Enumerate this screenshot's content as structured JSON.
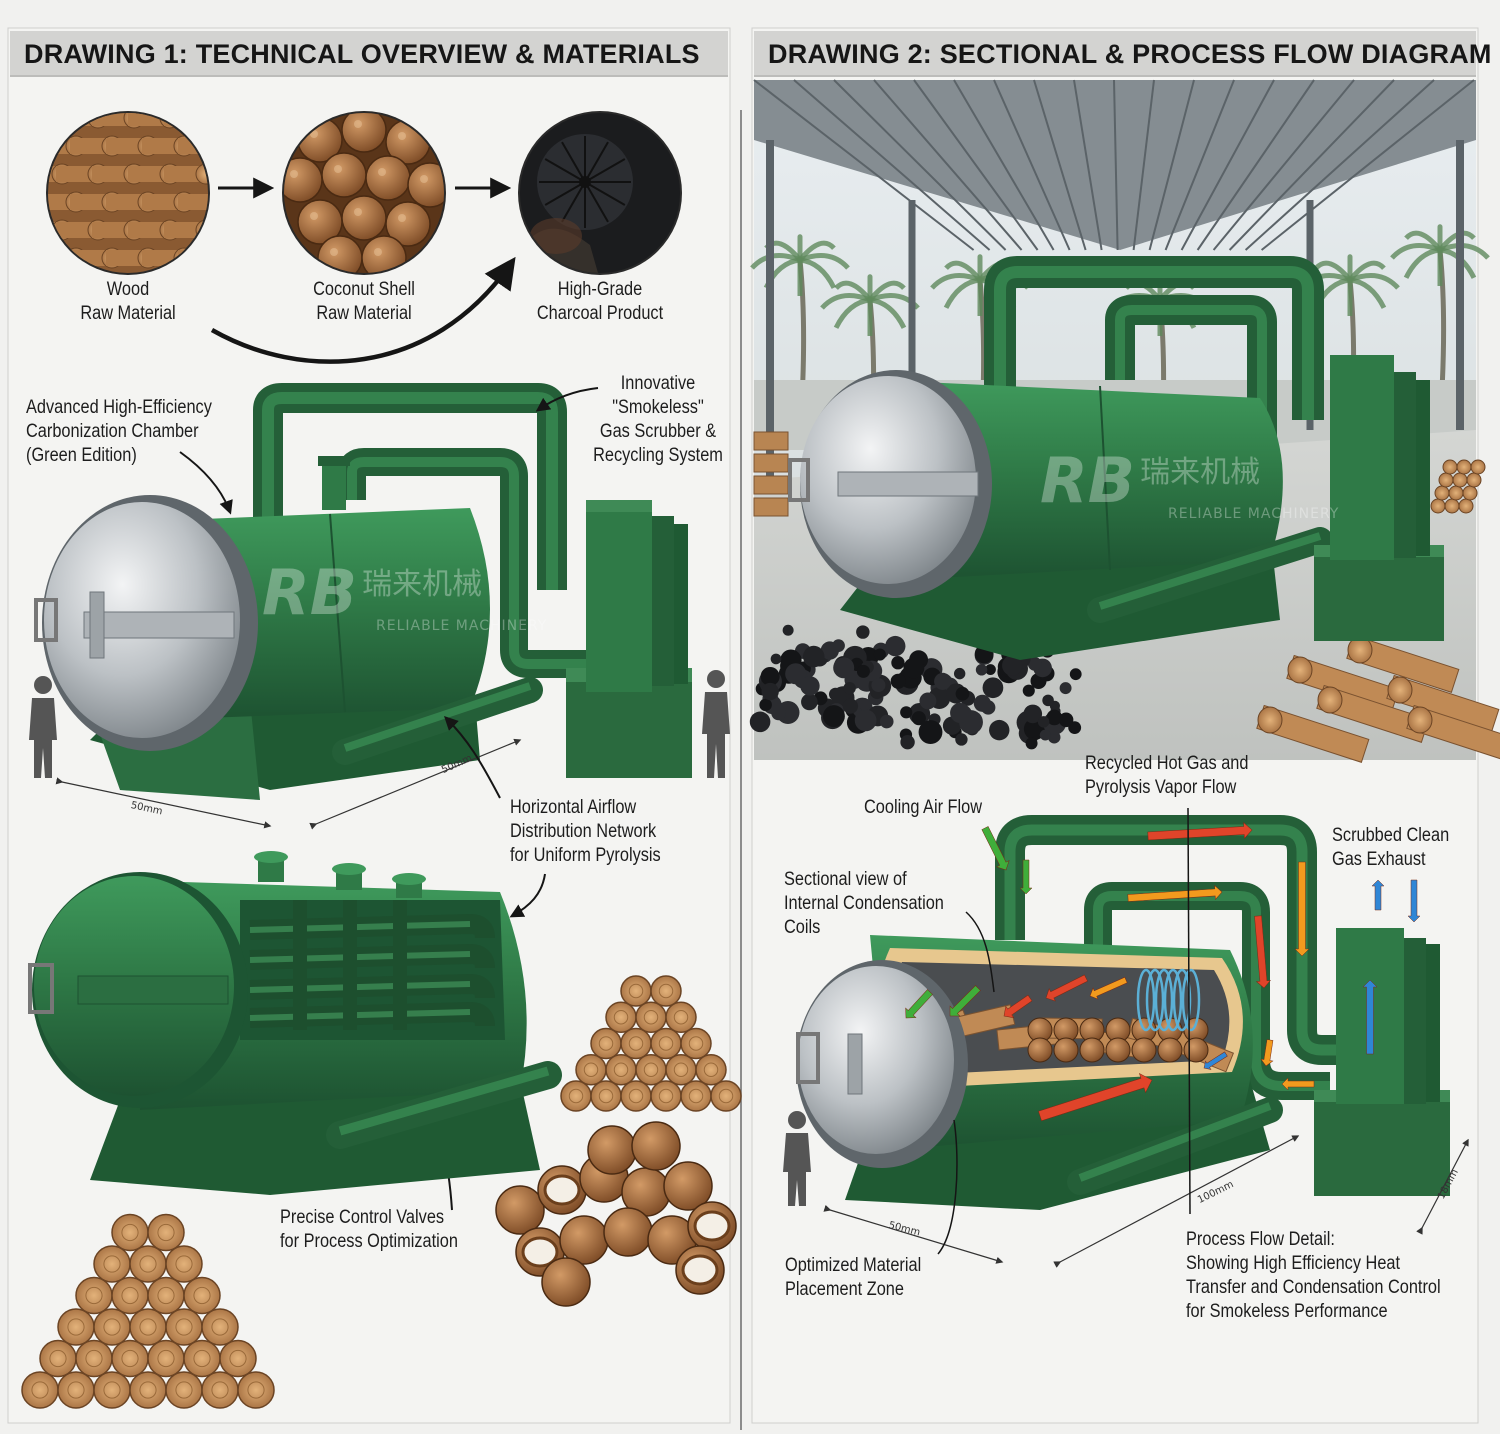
{
  "panels": [
    {
      "title": "DRAWING 1: TECHNICAL OVERVIEW & MATERIALS"
    },
    {
      "title": "DRAWING 2: SECTIONAL & PROCESS FLOW DIAGRAM"
    }
  ],
  "materials": [
    {
      "label": "Wood\nRaw Material",
      "icon": "wood-logs"
    },
    {
      "label": "Coconut Shell\nRaw Material",
      "icon": "coconut-shells"
    },
    {
      "label": "High-Grade\nCharcoal Product",
      "icon": "charcoal"
    }
  ],
  "drawing1": {
    "chamber_label": "Advanced High-Efficiency\nCarbonization Chamber\n(Green Edition)",
    "scrubber_label": "Innovative\n\"Smokeless\"\nGas Scrubber &\nRecycling System",
    "airflow_label": "Horizontal Airflow\nDistribution Network\nfor Uniform Pyrolysis",
    "valves_label": "Precise Control Valves\nfor Process Optimization",
    "dim_length": "50mm",
    "dim_depth": "50mm"
  },
  "drawing2": {
    "recycled_label": "Recycled Hot Gas and\nPyrolysis Vapor Flow",
    "cooling_label": "Cooling Air Flow",
    "scrubbed_label": "Scrubbed Clean\nGas Exhaust",
    "sectional_label": "Sectional view of\nInternal Condensation\nCoils",
    "placement_label": "Optimized Material\nPlacement Zone",
    "process_label": "Process Flow Detail:\nShowing High Efficiency Heat\nTransfer and Condensation Control\nfor Smokeless Performance",
    "dim_length": "50mm",
    "dim_depth": "100mm",
    "dim_height": "18mm"
  },
  "watermark": {
    "logo": "RB",
    "cn": "瑞来机械",
    "en": "RELIABLE MACHINERY"
  },
  "colors": {
    "machine_green": "#2f7a47",
    "machine_dark": "#1f5a33",
    "steel": "#c9cdd0",
    "hot_flow": "#e0442a",
    "warm_flow": "#f29a1e",
    "cool_flow": "#3fae3a",
    "exhaust_flow": "#2f86d6"
  }
}
